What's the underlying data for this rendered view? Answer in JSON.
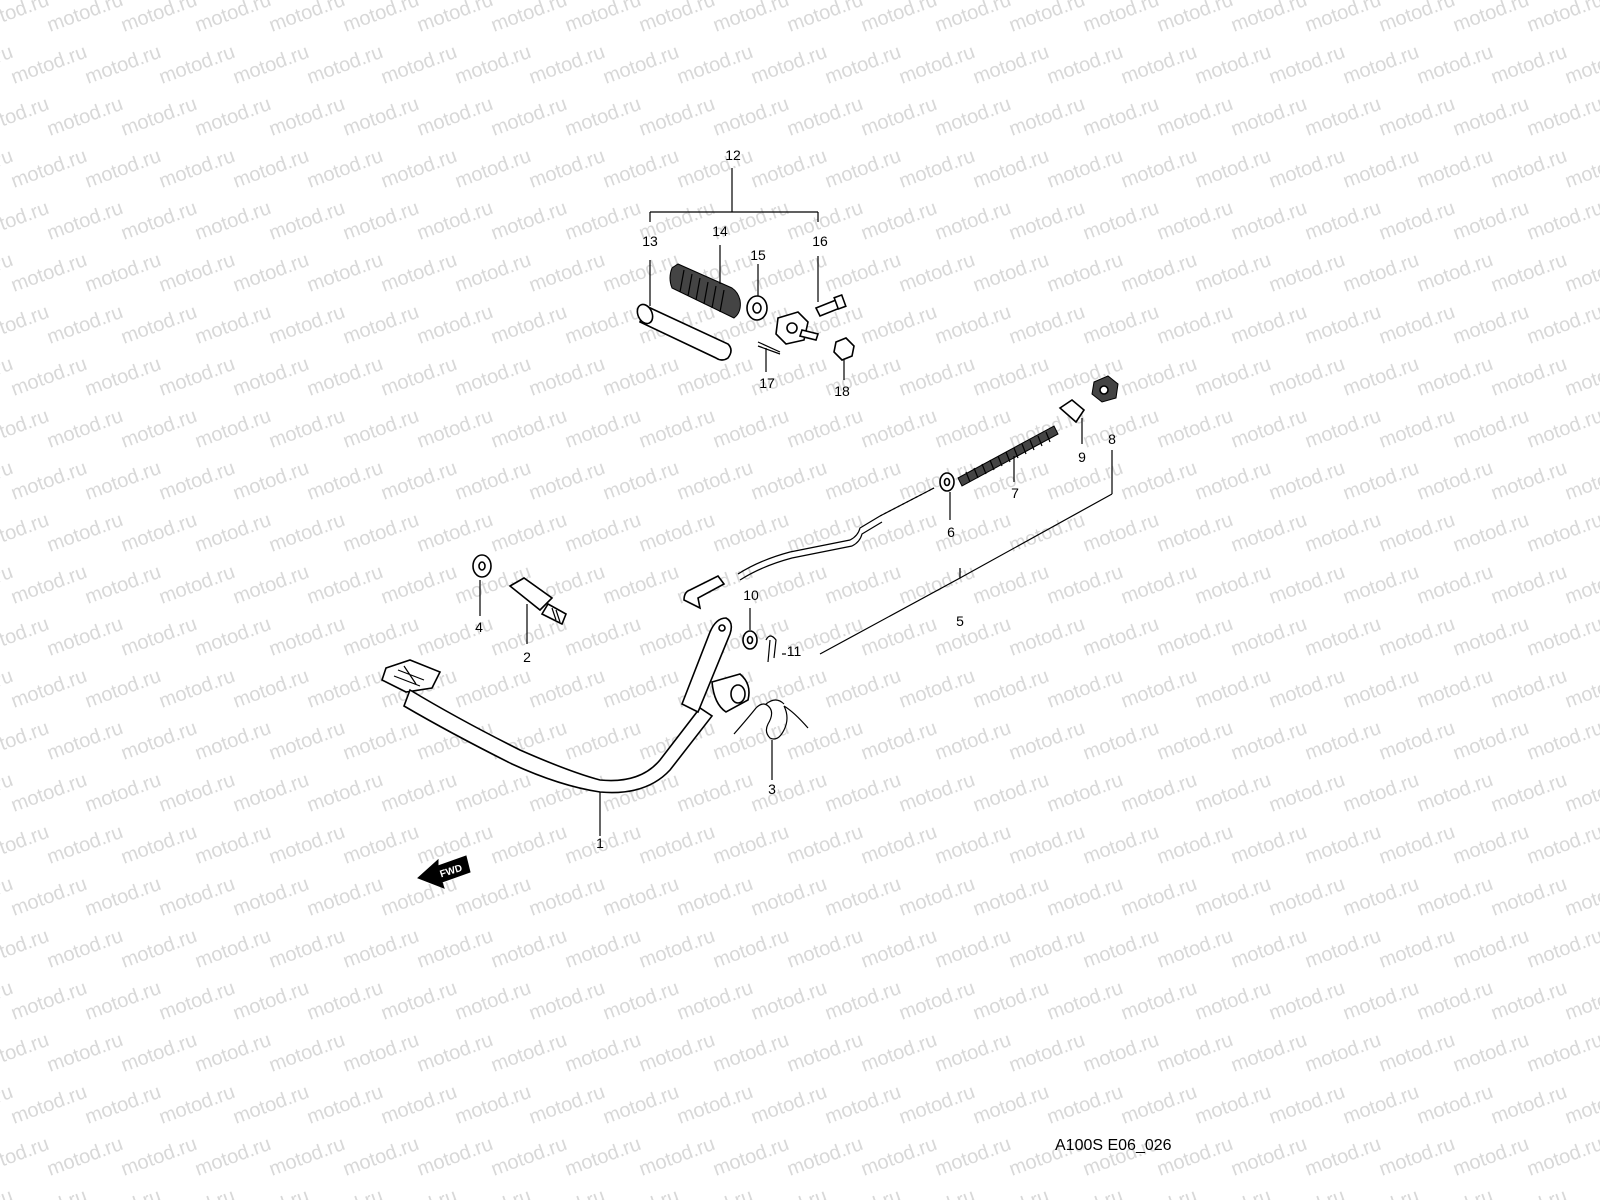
{
  "watermark": {
    "text": "motod.ru",
    "color": "#d8d8d8"
  },
  "diagram_code": "A100S E06_026",
  "fwd_label": "FWD",
  "callouts": {
    "c1": "1",
    "c2": "2",
    "c3": "3",
    "c4": "4",
    "c5": "5",
    "c6": "6",
    "c7": "7",
    "c8": "8",
    "c9": "9",
    "c10": "10",
    "c11": "11",
    "c12": "12",
    "c13": "13",
    "c14": "14",
    "c15": "15",
    "c16": "16",
    "c17": "17",
    "c18": "18"
  }
}
